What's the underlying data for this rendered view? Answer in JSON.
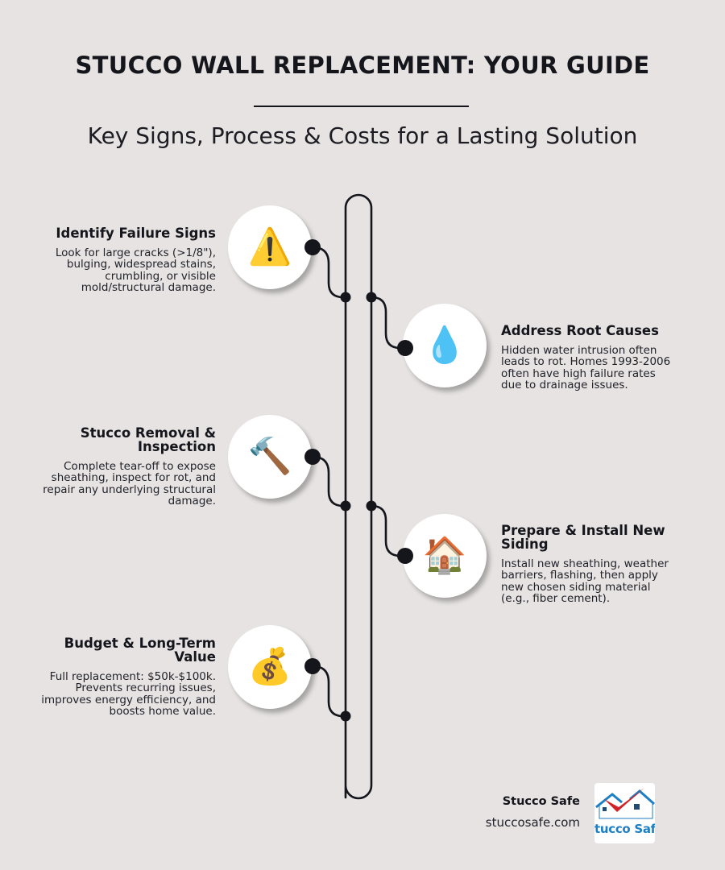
{
  "header": {
    "title": "STUCCO WALL REPLACEMENT: YOUR GUIDE",
    "subtitle": "Key Signs, Process & Costs for a Lasting Solution"
  },
  "steps": [
    {
      "side": "left",
      "icon": "warning-icon",
      "glyph": "⚠️",
      "title": "Identify Failure Signs",
      "description": "Look for large cracks (>1/8\"), bulging, widespread stains, crumbling, or visible mold/structural damage."
    },
    {
      "side": "right",
      "icon": "water-drop-icon",
      "glyph": "💧",
      "title": "Address Root Causes",
      "description": "Hidden water intrusion often leads to rot. Homes 1993-2006 often have high failure rates due to drainage issues."
    },
    {
      "side": "left",
      "icon": "hammer-icon",
      "glyph": "🔨",
      "title": "Stucco Removal & Inspection",
      "description": "Complete tear-off to expose sheathing, inspect for rot, and repair any underlying structural damage."
    },
    {
      "side": "right",
      "icon": "house-icon",
      "glyph": "🏠",
      "title": "Prepare & Install New Siding",
      "description": "Install new sheathing, weather barriers, flashing, then apply new chosen siding material (e.g., fiber cement)."
    },
    {
      "side": "left",
      "icon": "money-bag-icon",
      "glyph": "💰",
      "title": "Budget & Long-Term Value",
      "description": "Full replacement: $50k-$100k. Prevents recurring issues, improves energy efficiency, and boosts home value."
    }
  ],
  "footer": {
    "brand_name": "Stucco Safe",
    "brand_url": "stuccosafe.com",
    "logo_text": "tucco Saf"
  },
  "colors": {
    "background": "#e6e3e2",
    "ink": "#15151c",
    "logo_blue": "#1d7fc4",
    "logo_red": "#d2232a"
  }
}
